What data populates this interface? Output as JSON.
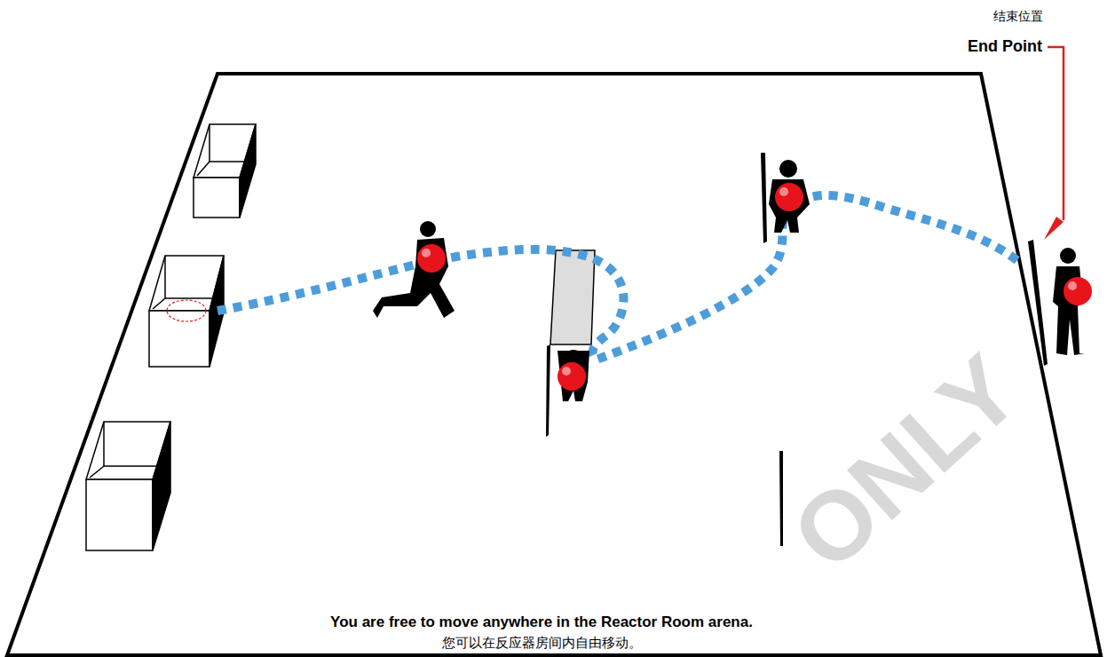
{
  "diagram": {
    "labels": [
      "结束位置",
      "End Point",
      "You are free to move anywhere in the Reactor Room arena.",
      "您可以在反应器房间内自由移动。",
      "ONLY"
    ]
  }
}
